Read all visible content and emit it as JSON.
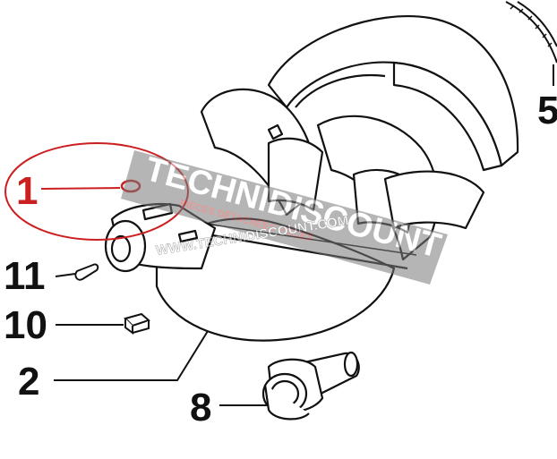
{
  "diagram": {
    "callouts": [
      {
        "id": "1",
        "label": "1",
        "highlighted": true
      },
      {
        "id": "11",
        "label": "11",
        "highlighted": false
      },
      {
        "id": "10",
        "label": "10",
        "highlighted": false
      },
      {
        "id": "2",
        "label": "2",
        "highlighted": false
      },
      {
        "id": "8",
        "label": "8",
        "highlighted": false
      },
      {
        "id": "5",
        "label": "5",
        "highlighted": false
      }
    ],
    "highlight_color": "#cc1f1f",
    "line_color": "#111111"
  },
  "watermark": {
    "brand": "TECHNIDISCOUNT",
    "tagline": "PIÈCES DÉTACHÉES PIÈCES",
    "url": "WWW.TECHNIDISCOUNT.COM"
  }
}
